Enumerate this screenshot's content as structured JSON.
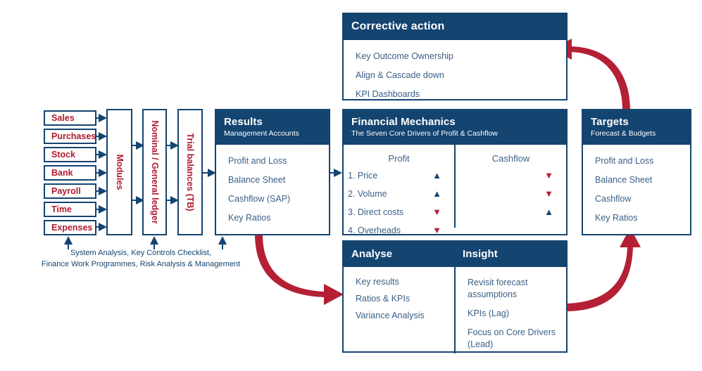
{
  "colors": {
    "navy": "#144470",
    "red": "#B51F34",
    "module_text": "#AE1B2E",
    "body_text": "#3A5F87",
    "white": "#FFFFFF"
  },
  "modules": {
    "items": [
      {
        "label": "Sales"
      },
      {
        "label": "Purchases"
      },
      {
        "label": "Stock"
      },
      {
        "label": "Bank"
      },
      {
        "label": "Payroll"
      },
      {
        "label": "Time"
      },
      {
        "label": "Expenses"
      }
    ]
  },
  "stages": {
    "modules": "Modules",
    "ledger": "Nominal / General ledger",
    "trial_balance": "Trial balances (TB)"
  },
  "caption": {
    "line1": "System Analysis, Key Controls Checklist,",
    "line2": "Finance Work Programmes, Risk Analysis & Management"
  },
  "results": {
    "title": "Results",
    "subtitle": "Management Accounts",
    "items": [
      "Profit and Loss",
      "Balance Sheet",
      "Cashflow (SAP)",
      "Key Ratios"
    ]
  },
  "financial_mechanics": {
    "title": "Financial Mechanics",
    "subtitle": "The Seven Core Drivers of Profit & Cashflow",
    "profit_header": "Profit",
    "cashflow_header": "Cashflow",
    "drivers": [
      {
        "label": "1. Price",
        "profit": "up",
        "cashflow": "down"
      },
      {
        "label": "2. Volume",
        "profit": "up",
        "cashflow": "down"
      },
      {
        "label": "3. Direct costs",
        "profit": "down",
        "cashflow": "up"
      },
      {
        "label": "4. Overheads",
        "profit": "down",
        "cashflow": ""
      }
    ]
  },
  "corrective_action": {
    "title": "Corrective action",
    "items": [
      "Key Outcome Ownership",
      "Align & Cascade down",
      "KPI Dashboards"
    ]
  },
  "targets": {
    "title": "Targets",
    "subtitle": "Forecast & Budgets",
    "items": [
      "Profit and Loss",
      "Balance Sheet",
      "Cashflow",
      "Key Ratios"
    ]
  },
  "analyse": {
    "title": "Analyse",
    "items": [
      "Key results",
      "Ratios & KPIs",
      "Variance Analysis"
    ]
  },
  "insight": {
    "title": "Insight",
    "items": [
      "Revisit forecast assumptions",
      "KPIs (Lag)",
      "Focus on Core Drivers (Lead)"
    ]
  },
  "arrows": {
    "results_to_analyse": "curved-red-arrow-down-right",
    "insight_to_targets": "curved-red-arrow-up-right",
    "targets_to_corrective": "curved-red-arrow-up-left"
  }
}
